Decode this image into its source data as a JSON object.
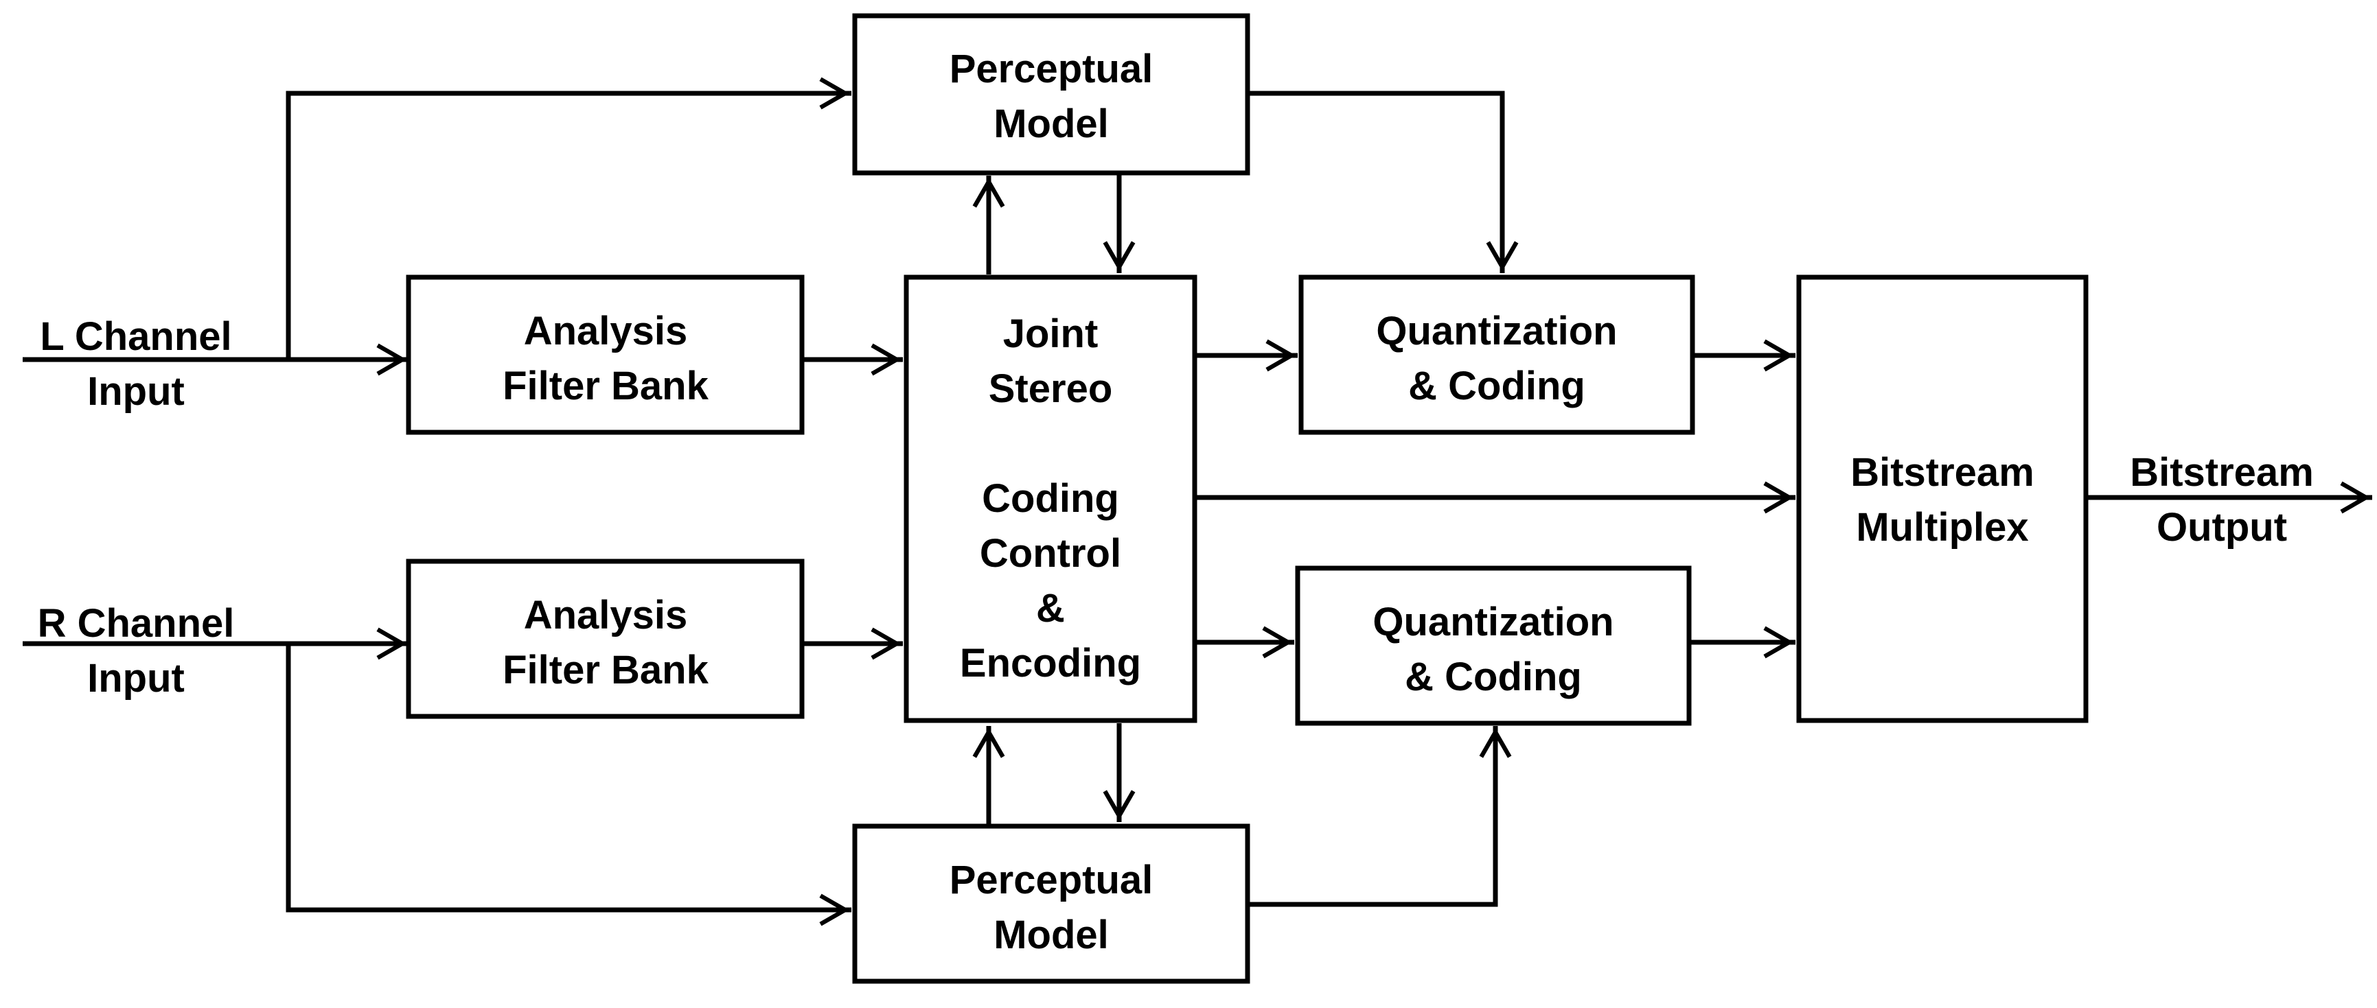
{
  "inputs": {
    "left": [
      "L Channel",
      "Input"
    ],
    "right": [
      "R Channel",
      "Input"
    ]
  },
  "blocks": {
    "perceptual_top": [
      "Perceptual",
      "Model"
    ],
    "filter_left": [
      "Analysis",
      "Filter Bank"
    ],
    "filter_right": [
      "Analysis",
      "Filter Bank"
    ],
    "joint_stereo": [
      "Joint",
      "Stereo",
      "",
      "Coding",
      "Control",
      "&",
      "Encoding"
    ],
    "quant_top": [
      "Quantization",
      "& Coding"
    ],
    "quant_bottom": [
      "Quantization",
      "& Coding"
    ],
    "perceptual_bottom": [
      "Perceptual",
      "Model"
    ],
    "bitstream_mux": [
      "Bitstream",
      "Multiplex"
    ]
  },
  "outputs": {
    "bitstream": [
      "Bitstream",
      "Output"
    ]
  },
  "colors": {
    "line": "#000000",
    "box_fill": "#ffffff",
    "text": "#000000"
  }
}
